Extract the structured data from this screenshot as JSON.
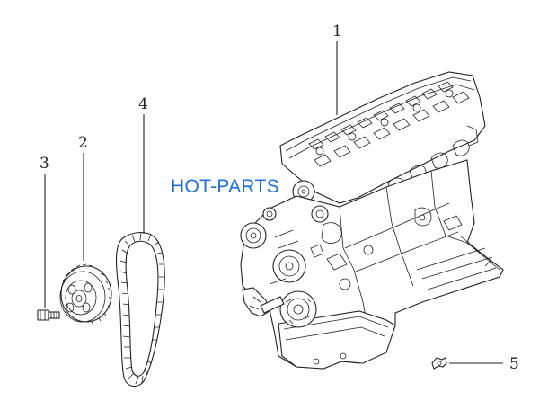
{
  "watermark": {
    "text": "HOT-PARTS"
  },
  "callouts": [
    {
      "id": "1",
      "label": "1"
    },
    {
      "id": "2",
      "label": "2"
    },
    {
      "id": "3",
      "label": "3"
    },
    {
      "id": "4",
      "label": "4"
    },
    {
      "id": "5",
      "label": "5"
    }
  ],
  "parts": [
    {
      "callout": "1",
      "icon": "engine-assembly-icon"
    },
    {
      "callout": "2",
      "icon": "timing-pulley-icon"
    },
    {
      "callout": "3",
      "icon": "bolt-icon"
    },
    {
      "callout": "4",
      "icon": "timing-belt-icon"
    },
    {
      "callout": "5",
      "icon": "clip-icon"
    }
  ],
  "colors": {
    "line": "#222222",
    "watermark": "#1e6fd9",
    "background": "#ffffff"
  }
}
